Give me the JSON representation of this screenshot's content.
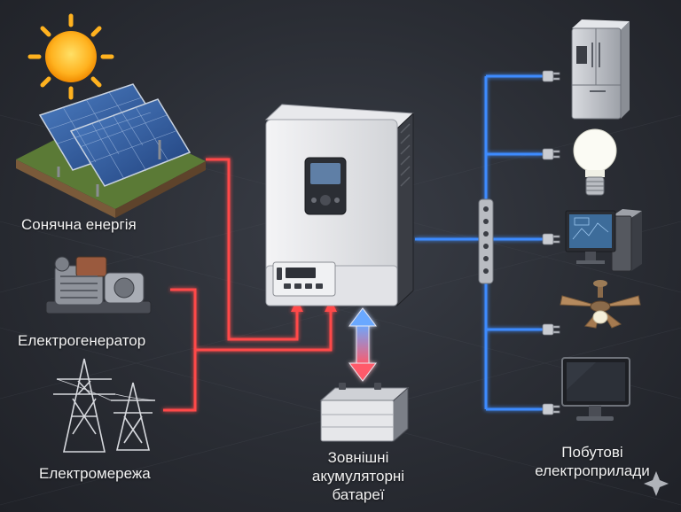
{
  "labels": {
    "solar": "Сонячна енергія",
    "generator": "Електрогенератор",
    "grid": "Електромережа",
    "battery_line1": "Зовнішні",
    "battery_line2": "акумуляторні",
    "battery_line3": "батареї",
    "appliances_line1": "Побутові",
    "appliances_line2": "електроприлади"
  },
  "icons": {
    "source_icons": [
      "sun-icon",
      "solar-panel-icon",
      "generator-icon",
      "power-tower-icon"
    ],
    "center_icons": [
      "inverter-icon",
      "battery-icon",
      "distribution-bar-icon"
    ],
    "appliance_icons": [
      "refrigerator-icon",
      "light-bulb-icon",
      "desktop-computer-icon",
      "ceiling-fan-icon",
      "television-icon"
    ]
  },
  "colors": {
    "input_line": "#ff4a4a",
    "output_line": "#3d8bff",
    "battery_arrow_top": "#6aa8ff",
    "battery_arrow_bottom": "#ff5a6a",
    "background": "#2c2f36"
  }
}
